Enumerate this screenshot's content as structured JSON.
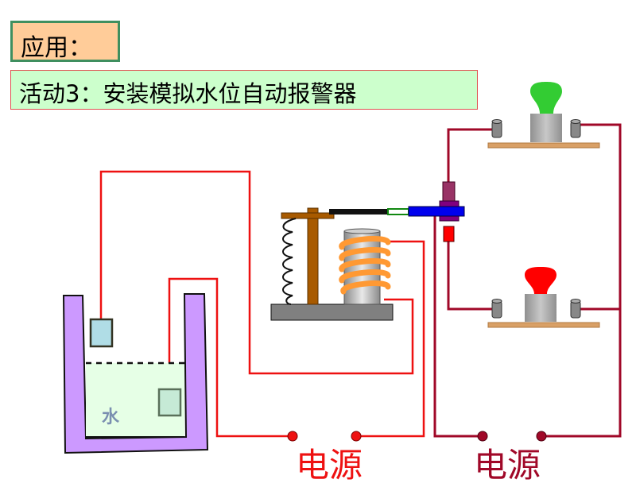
{
  "header": {
    "section_label": "应用：",
    "activity_title": "活动3：安装模拟水位自动报警器"
  },
  "diagram": {
    "water_label": "水",
    "control_circuit": {
      "power_label": "电源",
      "wire_color": "#ee1111"
    },
    "alarm_circuit": {
      "power_label": "电源",
      "wire_color": "#a00828"
    },
    "lamps": [
      {
        "name": "green-lamp",
        "color": "#33cc33"
      },
      {
        "name": "red-lamp",
        "color": "#ff0000"
      }
    ],
    "components": [
      "water-tank",
      "upper-electrode",
      "lower-electrode",
      "electromagnetic-relay",
      "spring",
      "armature",
      "iron-core-coil",
      "switch-contacts"
    ]
  }
}
